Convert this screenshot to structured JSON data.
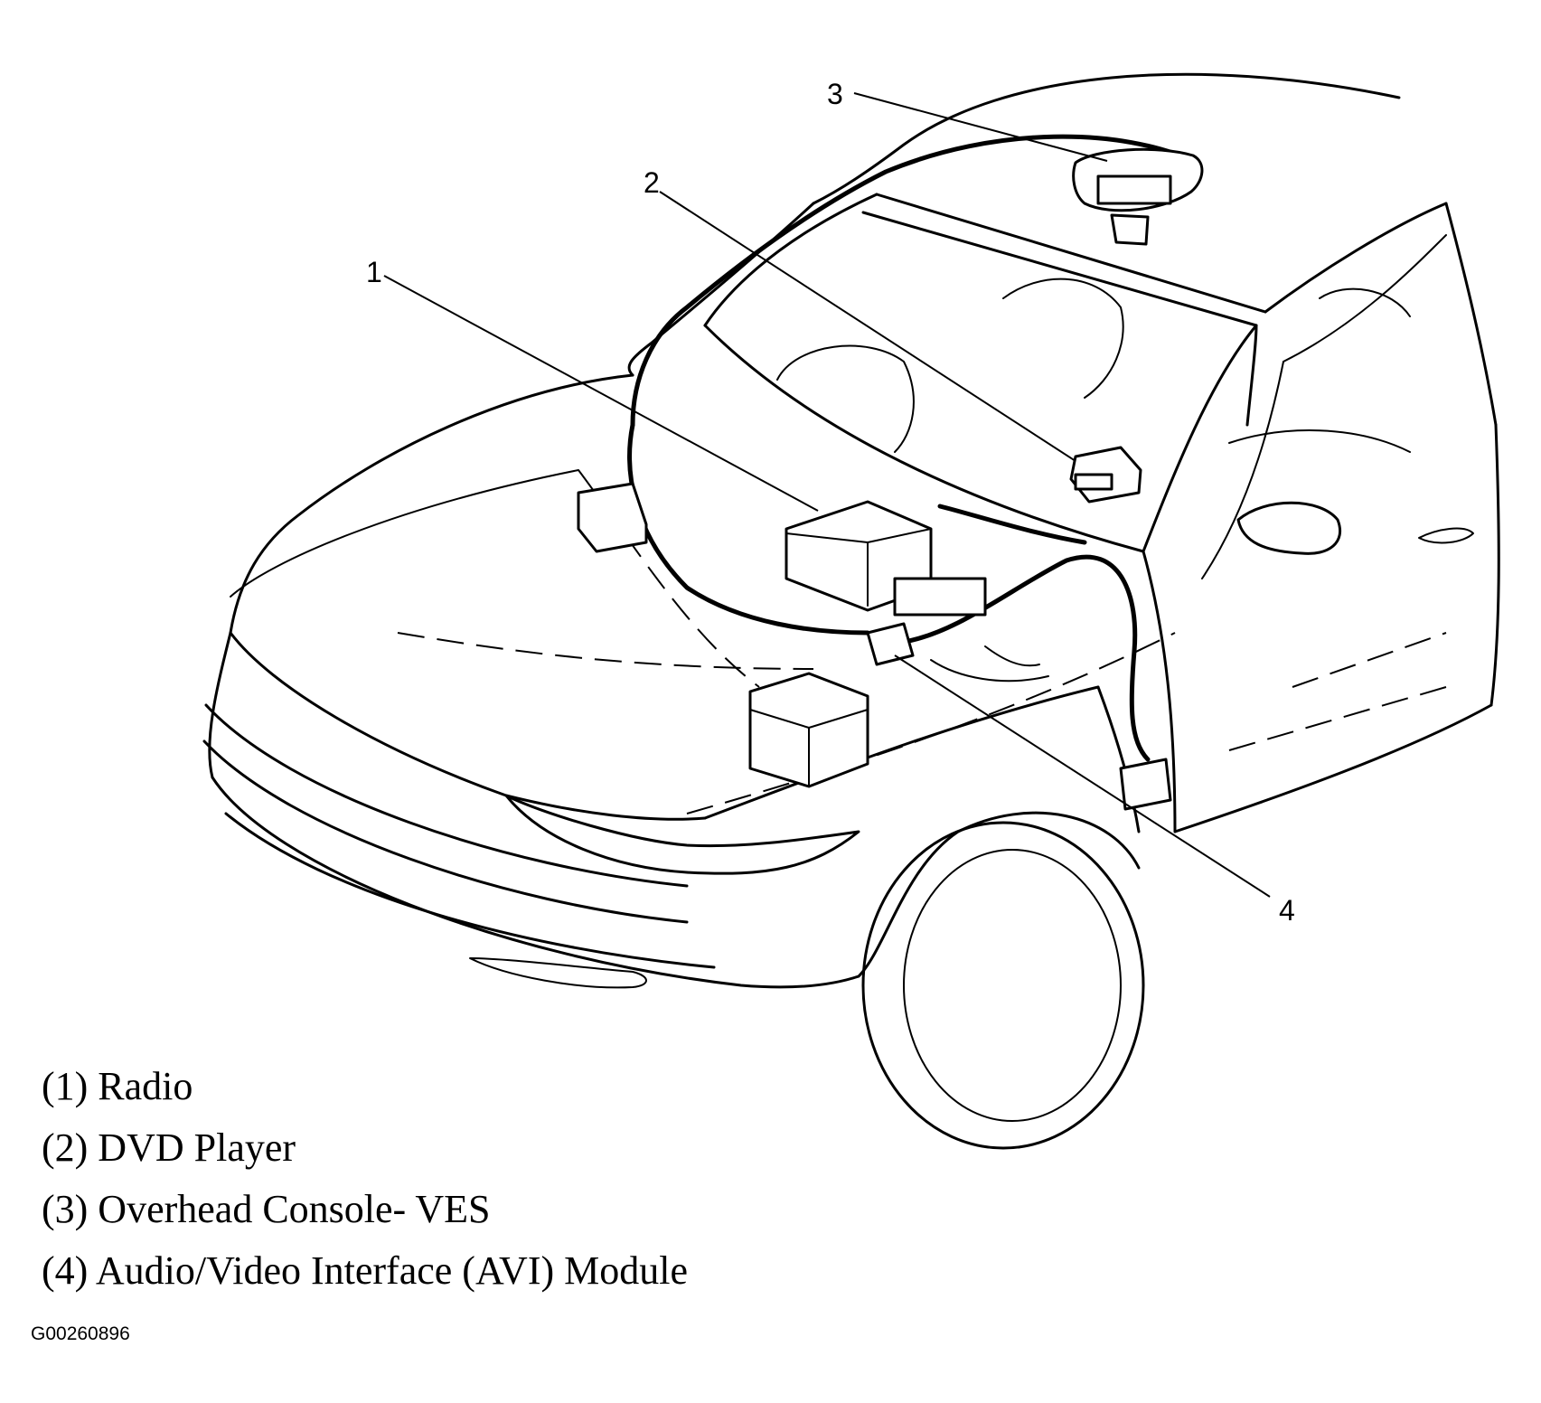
{
  "callouts": [
    {
      "number": "1",
      "component": "radio"
    },
    {
      "number": "2",
      "component": "dvd-player"
    },
    {
      "number": "3",
      "component": "overhead-console"
    },
    {
      "number": "4",
      "component": "avi-module"
    }
  ],
  "legend": [
    "(1) Radio",
    "(2) DVD Player",
    "(3) Overhead Console- VES",
    "(4) Audio/Video Interface (AVI) Module"
  ],
  "figure_id": "G00260896"
}
